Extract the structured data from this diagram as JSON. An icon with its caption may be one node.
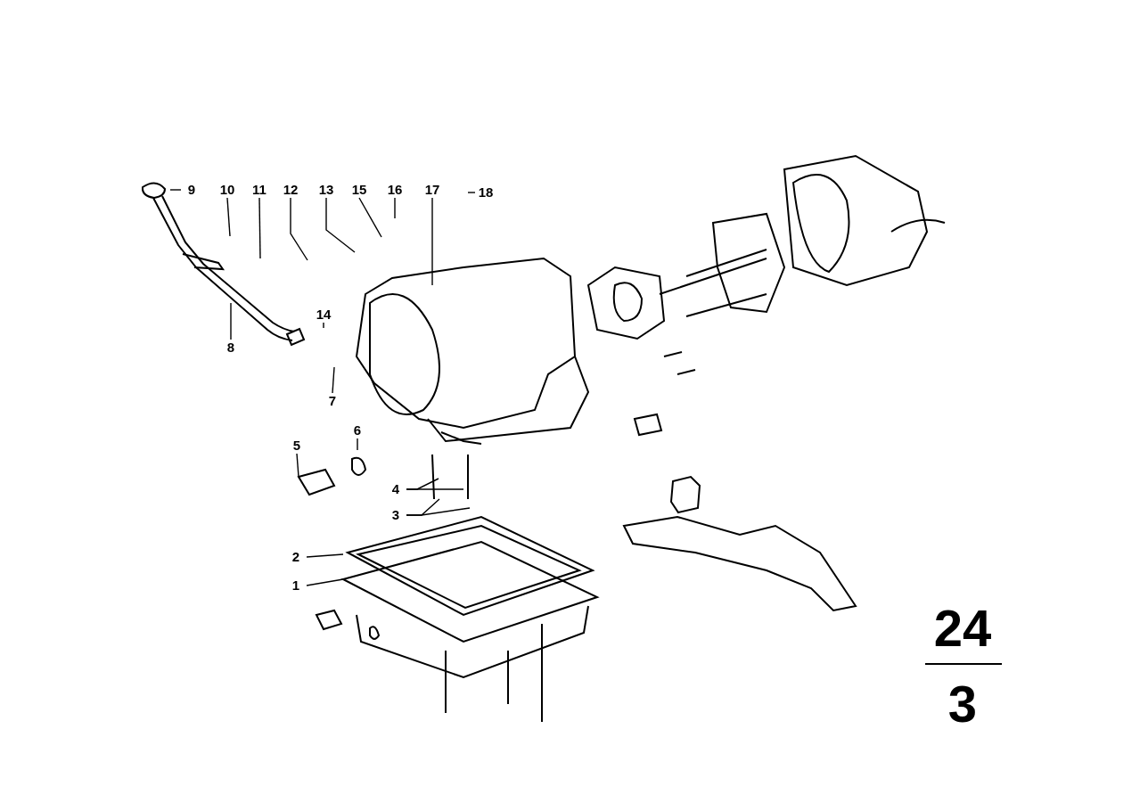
{
  "diagram": {
    "nodes": [
      {
        "text": [
          "9"
        ]
      },
      {
        "text": [
          "10"
        ]
      },
      {
        "text": [
          "11"
        ]
      },
      {
        "text": [
          "12"
        ]
      },
      {
        "text": [
          "13"
        ]
      },
      {
        "text": [
          "15"
        ]
      },
      {
        "text": [
          "16"
        ]
      },
      {
        "text": [
          "17"
        ]
      },
      {
        "text": [
          "18"
        ]
      },
      {
        "text": [
          "14"
        ]
      },
      {
        "text": [
          "8"
        ]
      },
      {
        "text": [
          "7"
        ]
      },
      {
        "text": [
          "6"
        ]
      },
      {
        "text": [
          "5"
        ]
      },
      {
        "text": [
          "4"
        ]
      },
      {
        "text": [
          "3"
        ]
      },
      {
        "text": [
          "2"
        ]
      },
      {
        "text": [
          "1"
        ]
      }
    ],
    "edges": [
      {
        "from": 0,
        "to": null,
        "arrow": "none"
      },
      {
        "from": 1,
        "to": null,
        "arrow": "none"
      },
      {
        "from": 2,
        "to": null,
        "arrow": "none"
      },
      {
        "from": 3,
        "to": null,
        "arrow": "none"
      },
      {
        "from": 4,
        "to": null,
        "arrow": "none"
      },
      {
        "from": 5,
        "to": null,
        "arrow": "none"
      },
      {
        "from": 6,
        "to": null,
        "arrow": "none"
      },
      {
        "from": 7,
        "to": null,
        "arrow": "none"
      },
      {
        "from": 8,
        "to": null,
        "arrow": "none"
      },
      {
        "from": 9,
        "to": null,
        "arrow": "none"
      },
      {
        "from": 10,
        "to": null,
        "arrow": "none"
      },
      {
        "from": 11,
        "to": null,
        "arrow": "none"
      },
      {
        "from": 12,
        "to": null,
        "arrow": "none"
      },
      {
        "from": 13,
        "to": null,
        "arrow": "none"
      },
      {
        "from": 14,
        "to": null,
        "arrow": "none"
      },
      {
        "from": 14,
        "to": null,
        "arrow": "none"
      },
      {
        "from": 15,
        "to": null,
        "arrow": "none"
      },
      {
        "from": 15,
        "to": null,
        "arrow": "none"
      },
      {
        "from": 16,
        "to": null,
        "arrow": "none"
      },
      {
        "from": 17,
        "to": null,
        "arrow": "none"
      }
    ],
    "labels": [
      "24",
      "3"
    ]
  }
}
